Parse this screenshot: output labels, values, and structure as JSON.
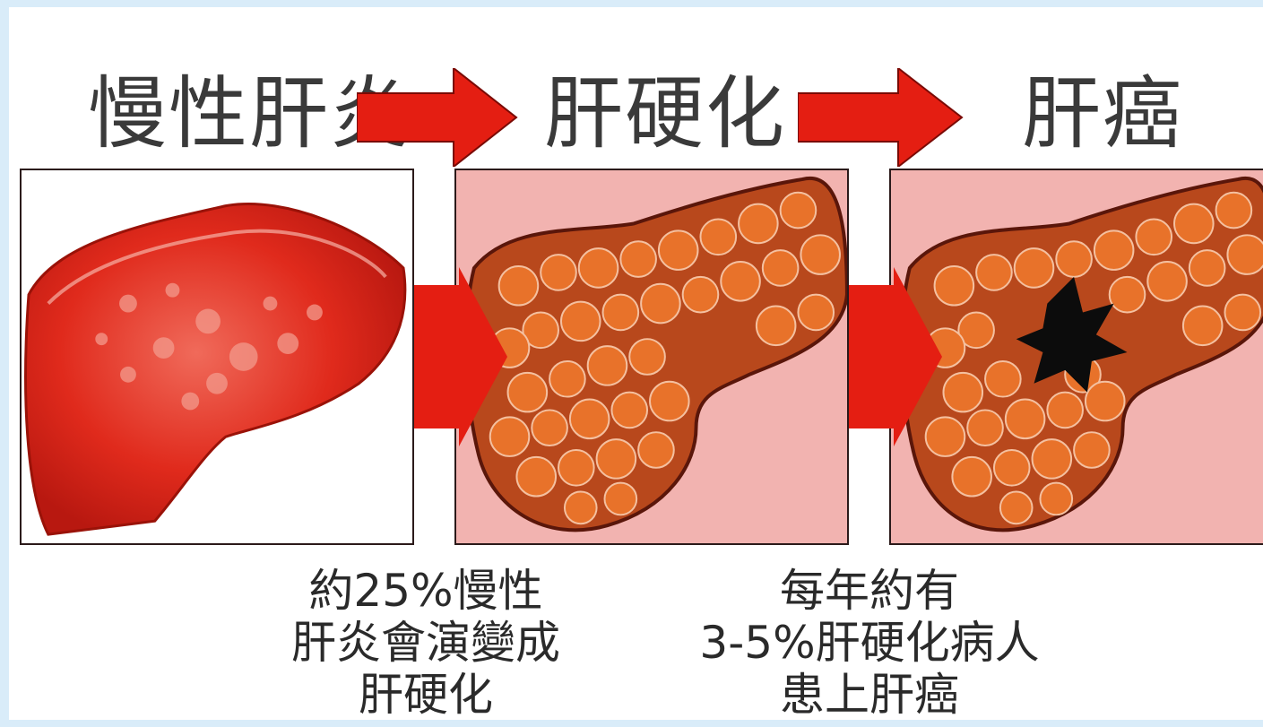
{
  "stages": [
    {
      "title": "慢性肝炎"
    },
    {
      "title": "肝硬化"
    },
    {
      "title": "肝癌"
    }
  ],
  "captions": [
    {
      "lines": [
        "約25%慢性",
        "肝炎會演變成",
        "肝硬化"
      ]
    },
    {
      "lines": [
        "每年約有",
        "3-5%肝硬化病人",
        "患上肝癌"
      ]
    }
  ],
  "colors": {
    "frame": "#d9ecf9",
    "arrow": "#e41e12",
    "panel_bg": "#f2b3b0",
    "liver": "#e02a1c"
  }
}
